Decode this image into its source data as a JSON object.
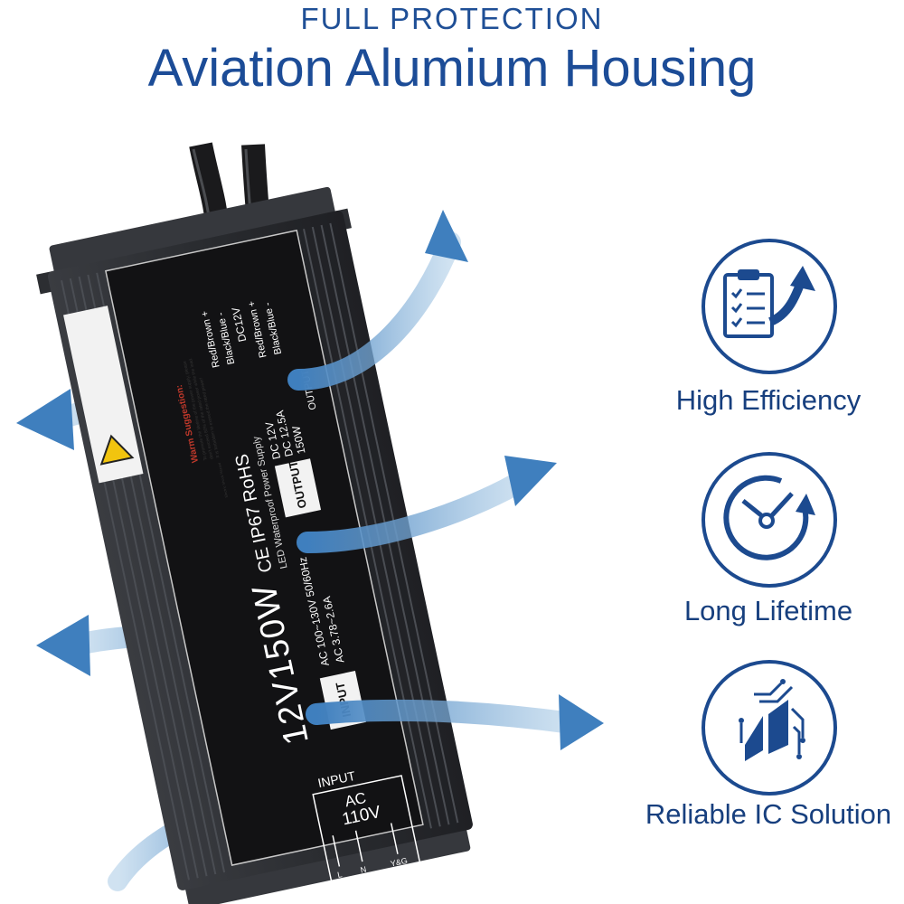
{
  "header": {
    "subtitle": "FULL  PROTECTION",
    "title": "Aviation Alumium Housing"
  },
  "features": [
    {
      "label": "High Efficiency",
      "icon": "clipboard-arrow-icon"
    },
    {
      "label": "Long Lifetime",
      "icon": "clock-icon"
    },
    {
      "label": "Reliable IC Solution",
      "icon": "circuit-chip-icon"
    }
  ],
  "device": {
    "model_label": "12V150W",
    "cert_label": "CE IP67 RoHS",
    "type_label": "LED Waterproof Power Supply",
    "output_tag": "OUTPUT",
    "output_spec_1": "DC 12V",
    "output_spec_2": "DC 12.5A",
    "output_spec_3": "150W",
    "input_tag": "INPUT",
    "input_spec_1": "AC 100~130V 50/60Hz",
    "input_spec_2": "AC 3.78~2.6A",
    "wire_top_1": "Red/Brown +",
    "wire_top_2": "Black/Blue -",
    "wire_mid": "DC12V",
    "wire_bot_1": "Red/Brown +",
    "wire_bot_2": "Black/Blue -",
    "output_terminal": "OUTPUT",
    "warning_title": "Warm Suggestion:",
    "warning_line_1": "To promote the lifetime of the power supply, please",
    "warning_line_2": "don't exceed 80% of the rated power while the load.",
    "warning_line_3": "It is forbidden to exceed the rated power!",
    "warning_sign": "Electric Shock Hazard",
    "input_box_title": "INPUT",
    "input_box_ac": "AC",
    "input_box_volt": "110V",
    "term_l": "L",
    "term_n": "N",
    "term_yg": "Y&G"
  },
  "colors": {
    "heading_blue": "#1c4c97",
    "icon_blue": "#1c4a8f",
    "housing": "#2b2d31",
    "airflow_arrow": "#5b93c6"
  }
}
